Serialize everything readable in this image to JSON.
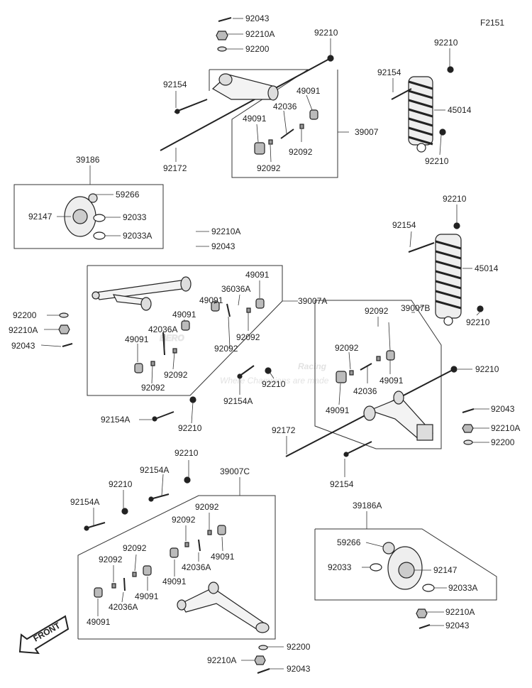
{
  "page_code": "F2151",
  "watermark": {
    "brand": "BERO",
    "sub": "Racing",
    "tagline": "Where Champions are made"
  },
  "front_label": "FRONT",
  "groups": [
    {
      "id": "upper-rear-arm",
      "number": "39007"
    },
    {
      "id": "knuckle-right",
      "number": "39186"
    },
    {
      "id": "upper-front-arm",
      "number": "39007A"
    },
    {
      "id": "lower-right-arm",
      "number": "39007B"
    },
    {
      "id": "lower-left-arm",
      "number": "39007C"
    },
    {
      "id": "knuckle-left",
      "number": "39186A"
    }
  ],
  "labels": [
    "92043",
    "92210A",
    "92200",
    "92210",
    "92154",
    "49091",
    "42036",
    "39007",
    "49091",
    "92092",
    "92092",
    "92172",
    "92210",
    "92154",
    "45014",
    "92210",
    "39186",
    "59266",
    "92147",
    "92033",
    "92033A",
    "92210A",
    "92043",
    "92210",
    "92154",
    "45014",
    "92210",
    "49091",
    "36036A",
    "49091",
    "39007A",
    "49091",
    "92092",
    "42036A",
    "92092",
    "49091",
    "92092",
    "92092",
    "92210",
    "92154A",
    "92154A",
    "92210",
    "92200",
    "92210A",
    "92043",
    "39007B",
    "92092",
    "92092",
    "49091",
    "42036",
    "49091",
    "92210",
    "92172",
    "92154",
    "92043",
    "92210A",
    "92200",
    "92210",
    "92154A",
    "92210",
    "92154A",
    "39007C",
    "92092",
    "92092",
    "49091",
    "42036A",
    "92092",
    "92092",
    "49091",
    "42036A",
    "49091",
    "49091",
    "39186A",
    "59266",
    "92033",
    "92147",
    "92033A",
    "92210A",
    "92043",
    "92200",
    "92210A",
    "92043"
  ]
}
